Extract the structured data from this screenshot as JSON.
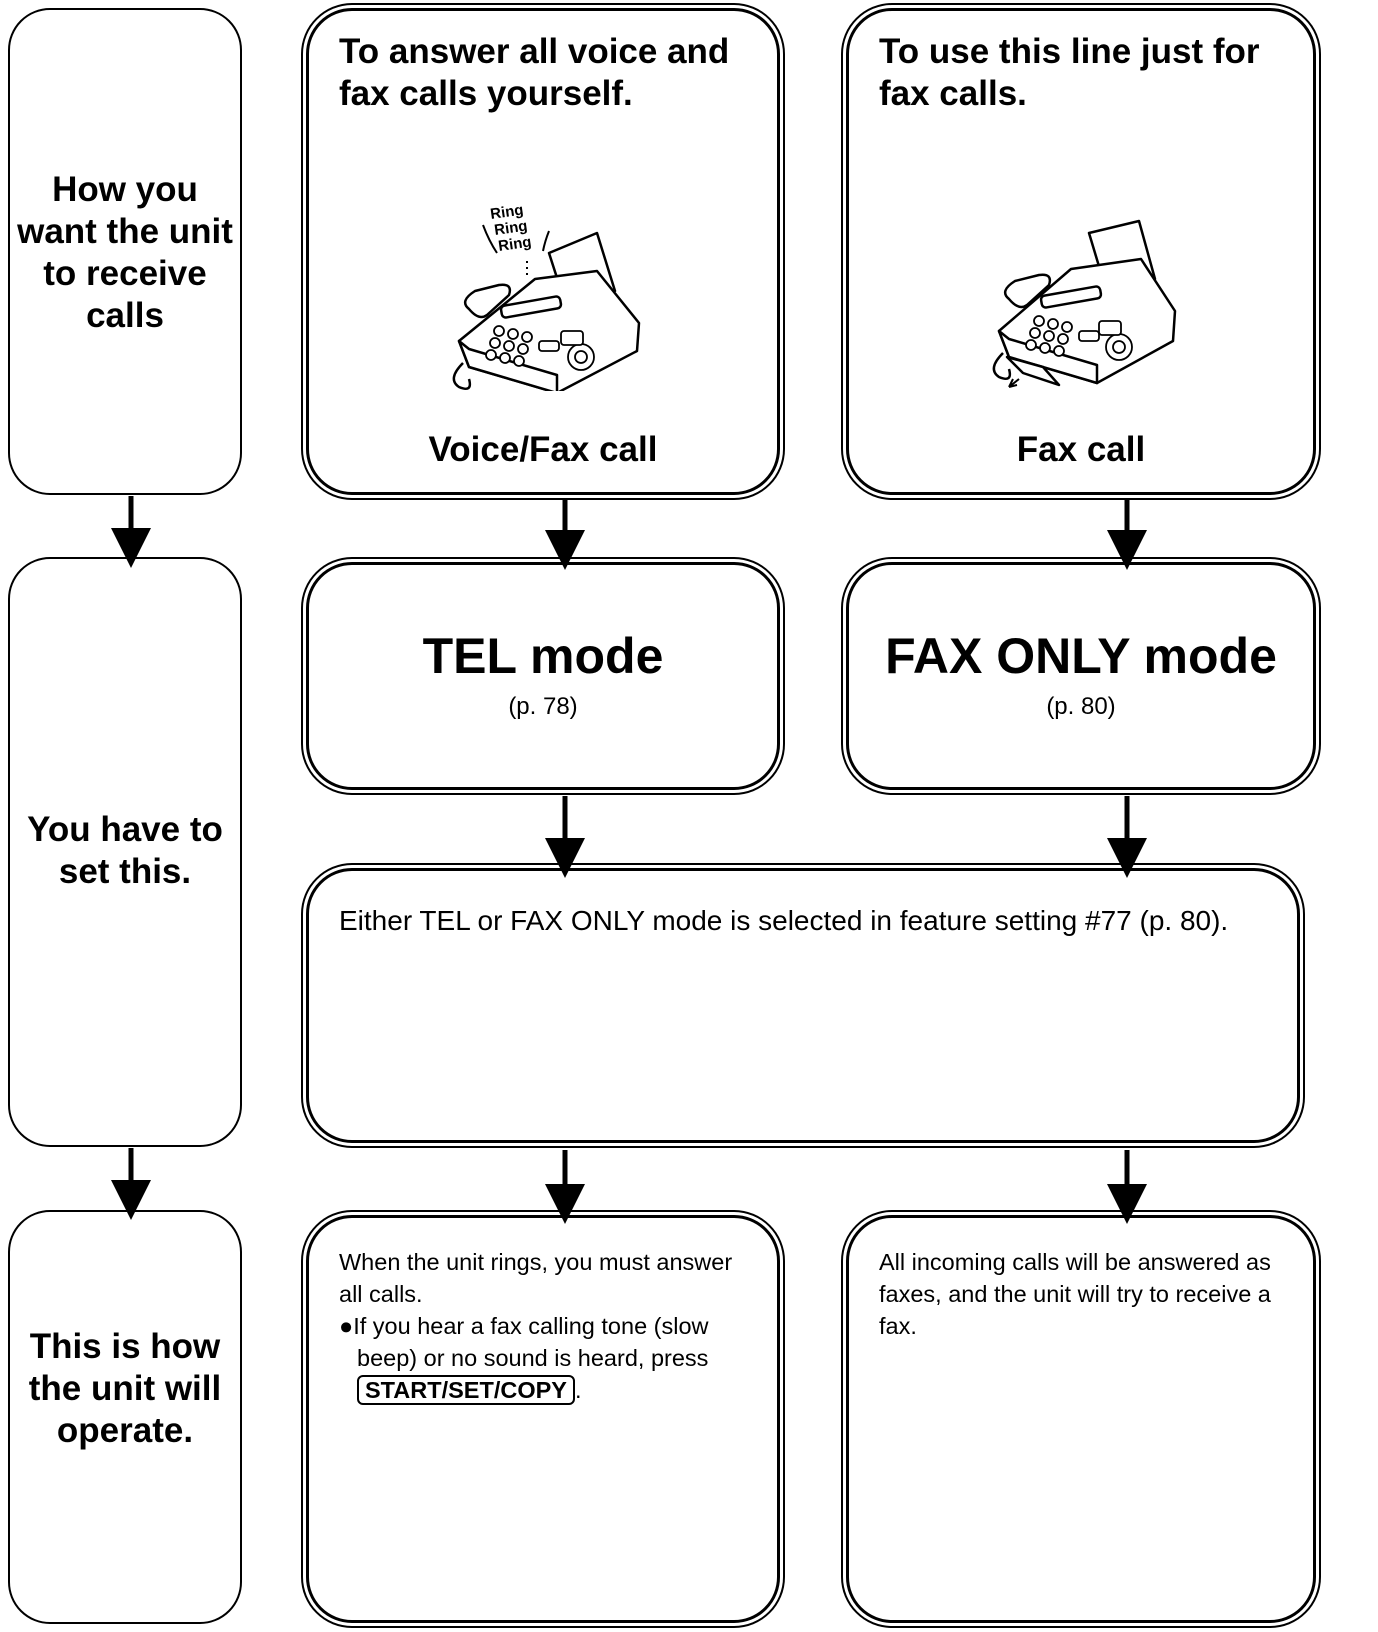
{
  "rows": {
    "receive_label": "How you want the unit to receive calls",
    "set_label": "You have to set this.",
    "operate_label": "This is how the unit will operate."
  },
  "voice_fax": {
    "heading": "To answer all voice and fax calls yourself.",
    "ring_text": [
      "Ring",
      "Ring",
      "Ring"
    ],
    "caption": "Voice/Fax call"
  },
  "fax_only": {
    "heading": "To use this line just for fax calls.",
    "caption": "Fax call"
  },
  "modes": {
    "tel": {
      "title": "TEL mode",
      "page": "(p. 78)"
    },
    "fax": {
      "title": "FAX ONLY mode",
      "page": "(p. 80)"
    }
  },
  "note": "Either TEL or FAX ONLY mode is selected in feature setting #77 (p. 80).",
  "operation": {
    "tel_text": "When the unit rings, you must answer all calls.",
    "tel_bullet": "If you hear a fax calling tone (slow beep) or no sound is heard, press",
    "tel_key": "START/SET/COPY",
    "tel_key_suffix": ".",
    "fax_text": "All incoming calls will be answered as faxes, and the unit will try to receive a fax."
  }
}
